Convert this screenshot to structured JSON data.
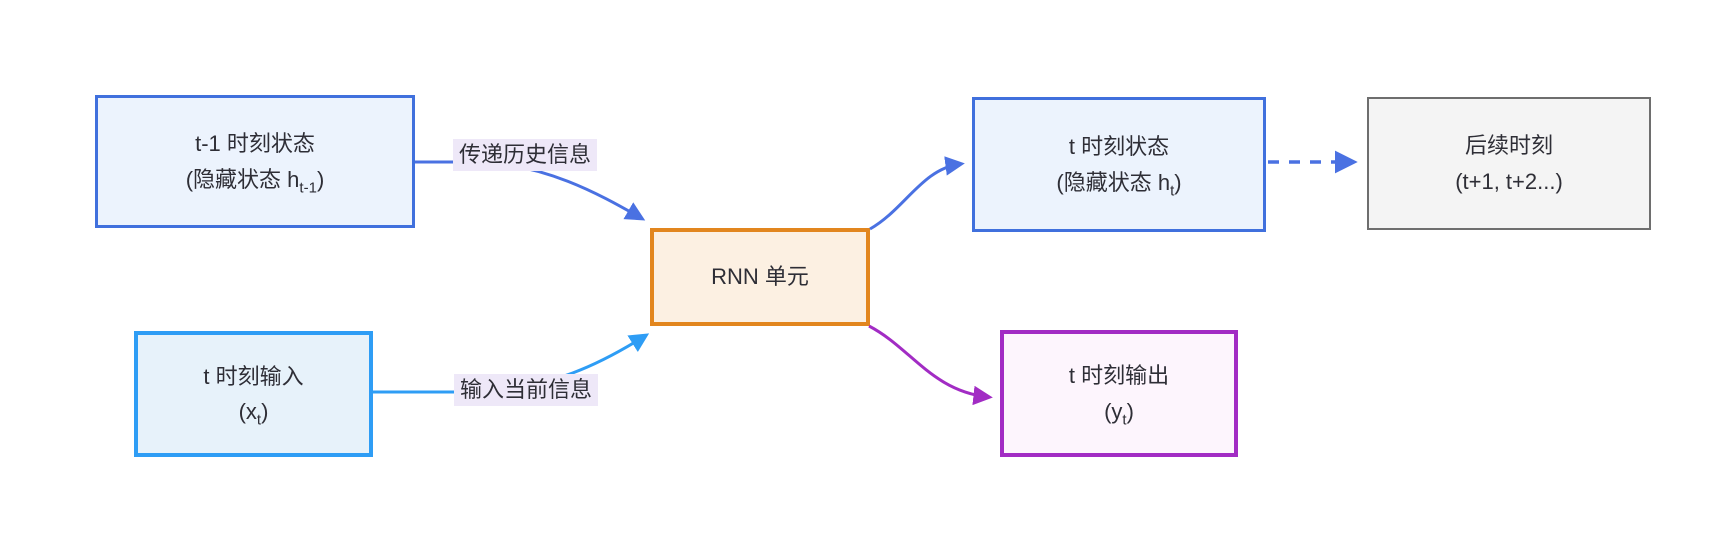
{
  "nodes": {
    "prev_state": {
      "line1": "t-1 时刻状态",
      "line2_pre": "(隐藏状态 h",
      "line2_sub": "t-1",
      "line2_suf": ")"
    },
    "input": {
      "line1": "t 时刻输入",
      "line2_pre": "(x",
      "line2_sub": "t",
      "line2_suf": ")"
    },
    "rnn": {
      "label": "RNN 单元"
    },
    "state": {
      "line1": "t 时刻状态",
      "line2_pre": "(隐藏状态 h",
      "line2_sub": "t",
      "line2_suf": ")"
    },
    "future": {
      "line1": "后续时刻",
      "line2": "(t+1, t+2...)"
    },
    "output": {
      "line1": "t 时刻输出",
      "line2_pre": "(y",
      "line2_sub": "t",
      "line2_suf": ")"
    }
  },
  "edge_labels": {
    "history": "传递历史信息",
    "current": "输入当前信息"
  },
  "colors": {
    "blue_border": "#4070dd",
    "blue_fill": "#ecf3fd",
    "cyan_border": "#2e9df5",
    "cyan_fill": "#e7f2fa",
    "orange_border": "#e2861e",
    "orange_fill": "#fcf0e2",
    "purple_border": "#a22cc4",
    "purple_fill": "#fdf5fd",
    "gray_border": "#6e6e6e",
    "gray_fill": "#f4f4f4",
    "edge_blue": "#4a71e2",
    "edge_cyan": "#2e9df5",
    "edge_purple": "#a22cc4",
    "label_bg": "#eee8f8",
    "text": "#2e2e36"
  }
}
